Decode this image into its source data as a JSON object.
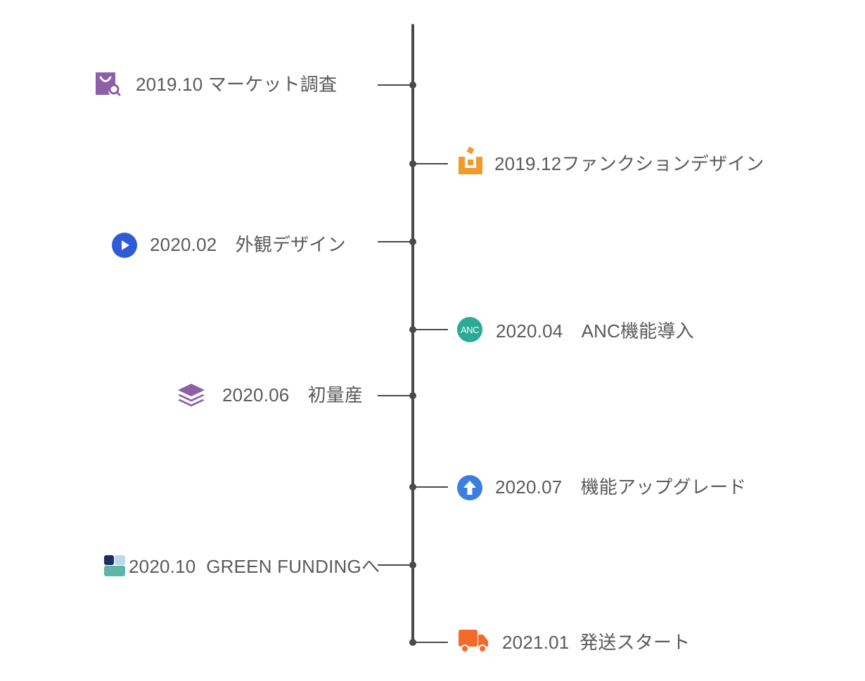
{
  "timeline": {
    "events": [
      {
        "label": "2019.10 マーケット調査",
        "icon": "shopping-bag-search-icon",
        "color": "#8c5fa8"
      },
      {
        "label": "2019.12ファンクションデザイン",
        "icon": "box-tray-icon",
        "color": "#f19a2b"
      },
      {
        "label": "2020.02　外観デザイン",
        "icon": "play-circle-icon",
        "color": "#2f5bd6"
      },
      {
        "label": "2020.04　ANC機能導入",
        "icon": "anc-badge-icon",
        "color": "#2aaa96",
        "badge_text": "ANC"
      },
      {
        "label": "2020.06　初量産",
        "icon": "layers-icon",
        "color": "#8c5fa8"
      },
      {
        "label": "2020.07　機能アップグレード",
        "icon": "upload-arrow-icon",
        "color": "#3a7ee0"
      },
      {
        "label": "2020.10  GREEN FUNDINGへ",
        "icon": "green-funding-logo-icon",
        "color": "#5fb3aa"
      },
      {
        "label": "2021.01  発送スタート",
        "icon": "delivery-truck-icon",
        "color": "#f26b2a"
      }
    ]
  }
}
